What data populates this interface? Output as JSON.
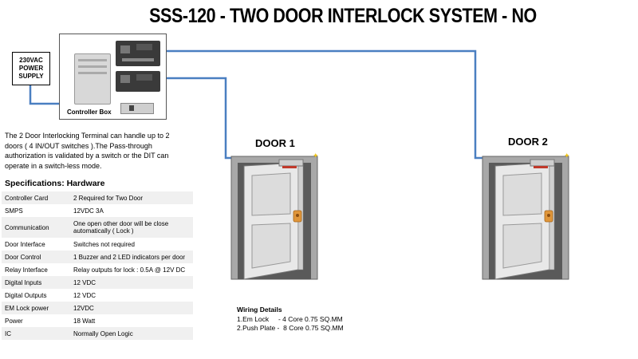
{
  "title": "SSS-120 - TWO DOOR INTERLOCK SYSTEM - NO",
  "power_supply": {
    "line1": "230VAC",
    "line2": "POWER",
    "line3": "SUPPLY"
  },
  "controller_box_label": "Controller Box",
  "description": "The 2 Door Interlocking Terminal can handle up to 2 doors ( 4 IN/OUT switches ).The Pass-through authorization is validated by a switch or the DIT can operate in a switch-less mode.",
  "specifications": {
    "heading": "Specifications: Hardware",
    "rows": [
      {
        "label": "Controller Card",
        "value": "2 Required for Two Door"
      },
      {
        "label": "SMPS",
        "value": "12VDC 3A"
      },
      {
        "label": "Communication",
        "value": "One open other door will be close automatically ( Lock )"
      },
      {
        "label": "Door Interface",
        "value": "Switches not required"
      },
      {
        "label": "Door Control",
        "value": "1 Buzzer and 2 LED indicators per door"
      },
      {
        "label": "Relay Interface",
        "value": "Relay outputs for lock : 0.5A @ 12V DC"
      },
      {
        "label": "Digital Inputs",
        "value": "12 VDC"
      },
      {
        "label": "Digital Outputs",
        "value": "12 VDC"
      },
      {
        "label": "EM Lock  power",
        "value": "12VDC"
      },
      {
        "label": "Power",
        "value": "18 Watt"
      },
      {
        "label": "IC",
        "value": "Normally Open Logic"
      }
    ]
  },
  "doors": [
    {
      "label": "DOOR 1"
    },
    {
      "label": "DOOR 2"
    }
  ],
  "wiring": {
    "title": "Wiring Details",
    "line1": "1.Em Lock     - 4 Core 0.75 SQ.MM",
    "line2": "2.Push Plate -  8 Core 0.75 SQ.MM"
  },
  "colors": {
    "wire": "#4a7fc1",
    "door_frame": "#9a9a9a",
    "door_panel": "#e6e6e6",
    "lock": "#c8c8c8",
    "handle": "#e0963a"
  }
}
